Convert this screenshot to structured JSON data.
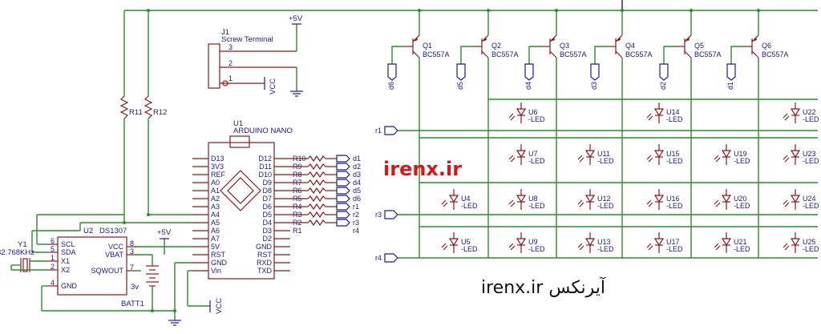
{
  "connector": {
    "ref": "J1",
    "name": "Screw Terminal",
    "pins": [
      "3",
      "2",
      "1"
    ]
  },
  "power": {
    "vcc": "VCC",
    "v5": "+5V"
  },
  "resistors_pullup": [
    "R11",
    "R12"
  ],
  "arduino": {
    "ref": "U1",
    "name": "ARDUINO NANO",
    "left_pins": [
      "D13",
      "3V3",
      "REF",
      "A0",
      "A1",
      "A2",
      "A3",
      "A4",
      "A5",
      "A6",
      "A7",
      "5V",
      "RST",
      "GND",
      "Vin"
    ],
    "right_pins": [
      "D12",
      "D11",
      "D10",
      "D9",
      "D8",
      "D7",
      "D6",
      "D5",
      "D4",
      "D3",
      "D2",
      "GND",
      "RST",
      "RXD",
      "TXD"
    ]
  },
  "series_resistors": [
    "R10",
    "R9",
    "R8",
    "R7",
    "R6",
    "R5",
    "R4",
    "R3",
    "R2",
    "R1"
  ],
  "net_labels": [
    "d1",
    "d2",
    "d3",
    "d4",
    "d5",
    "d6",
    "r1",
    "r2",
    "r3",
    "r4"
  ],
  "rtc": {
    "ref": "U2",
    "name": "DS1307",
    "pins_left": [
      "SCL",
      "SDA",
      "X1",
      "X2",
      "GND"
    ],
    "pins_left_num": [
      "6",
      "5",
      "1",
      "2",
      "4"
    ],
    "pins_right": [
      "VCC",
      "VBAT",
      "SQWOUT"
    ],
    "pins_right_num": [
      "8",
      "3",
      "7"
    ]
  },
  "crystal": {
    "ref": "Y1",
    "value": "32.768KHz"
  },
  "battery": {
    "ref": "BATT1",
    "value": "3v"
  },
  "transistors": [
    {
      "ref": "Q1",
      "part": "BC557A",
      "base": "d6"
    },
    {
      "ref": "Q2",
      "part": "BC557A",
      "base": "d5"
    },
    {
      "ref": "Q3",
      "part": "BC557A",
      "base": "d4"
    },
    {
      "ref": "Q4",
      "part": "BC557A",
      "base": "d3"
    },
    {
      "ref": "Q5",
      "part": "BC557A",
      "base": "d2"
    },
    {
      "ref": "Q6",
      "part": "BC557A",
      "base": "d1"
    }
  ],
  "row_labels": [
    "r1",
    "r2",
    "r3",
    "r4"
  ],
  "led_suffix": "-LED",
  "leds": [
    "U6",
    "U14",
    "U22",
    "U7",
    "U11",
    "U15",
    "U19",
    "U23",
    "U4",
    "U8",
    "U12",
    "U16",
    "U20",
    "U24",
    "U5",
    "U9",
    "U13",
    "U17",
    "U21",
    "U25"
  ],
  "watermark": {
    "center": "irenx.ir",
    "bottom": "irenx.ir آیرنکس"
  }
}
